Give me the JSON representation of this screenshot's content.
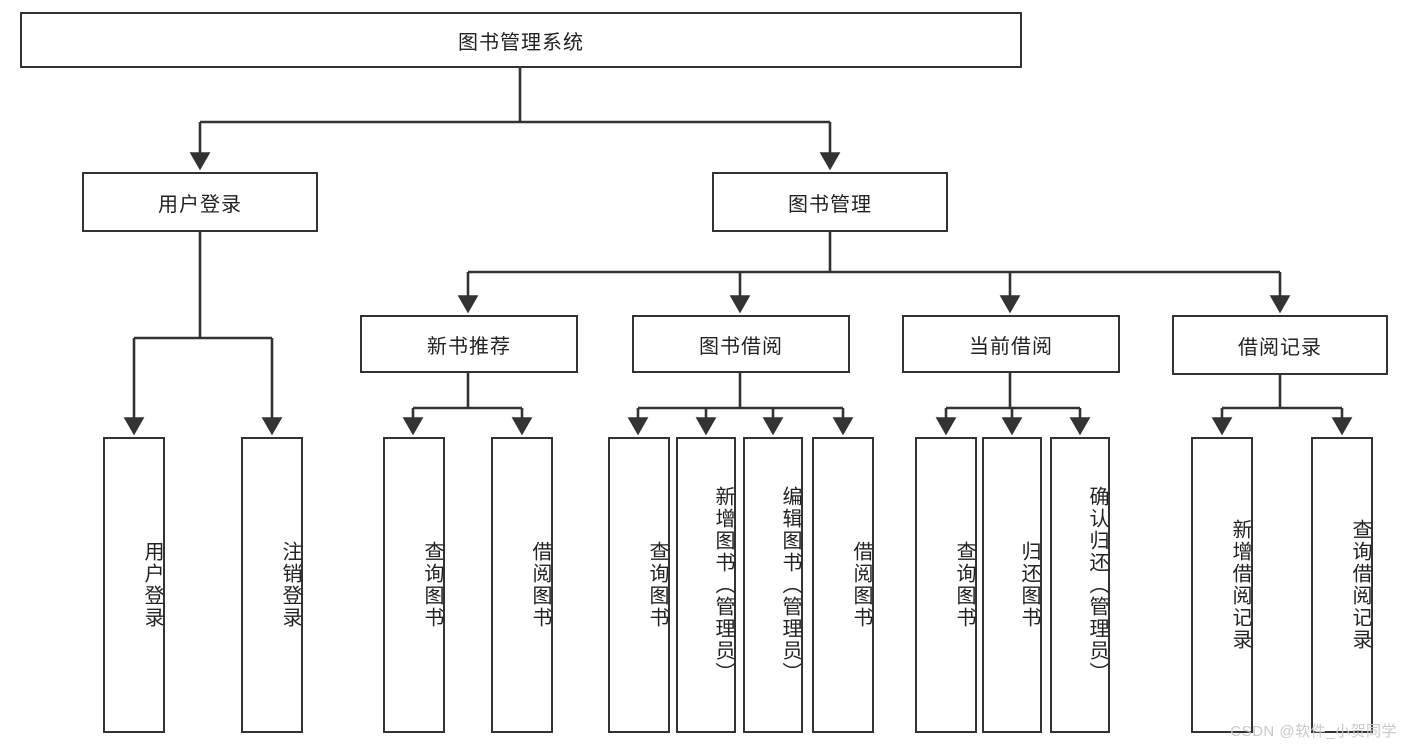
{
  "diagram": {
    "type": "tree",
    "title": "图书管理系统",
    "root": {
      "label": "图书管理系统"
    },
    "level2": [
      {
        "label": "用户登录"
      },
      {
        "label": "图书管理"
      }
    ],
    "level3": [
      {
        "label": "新书推荐"
      },
      {
        "label": "图书借阅"
      },
      {
        "label": "当前借阅"
      },
      {
        "label": "借阅记录"
      }
    ],
    "leaves": {
      "user_login": [
        {
          "label": "用户登录"
        },
        {
          "label": "注销登录"
        }
      ],
      "new_book_recommend": [
        {
          "label": "查询图书"
        },
        {
          "label": "借阅图书"
        }
      ],
      "book_borrow": [
        {
          "label": "查询图书"
        },
        {
          "label": "新增图书（管理员）"
        },
        {
          "label": "编辑图书（管理员）"
        },
        {
          "label": "借阅图书"
        }
      ],
      "current_borrow": [
        {
          "label": "查询图书"
        },
        {
          "label": "归还图书"
        },
        {
          "label": "确认归还（管理员）"
        }
      ],
      "borrow_record": [
        {
          "label": "新增借阅记录"
        },
        {
          "label": "查询借阅记录"
        }
      ]
    },
    "colors": {
      "stroke": "#333333",
      "fill": "#ffffff",
      "text": "#222222",
      "watermark": "#c9c9c9"
    }
  },
  "watermark": {
    "text": "CSDN @软件_小贺同学"
  }
}
